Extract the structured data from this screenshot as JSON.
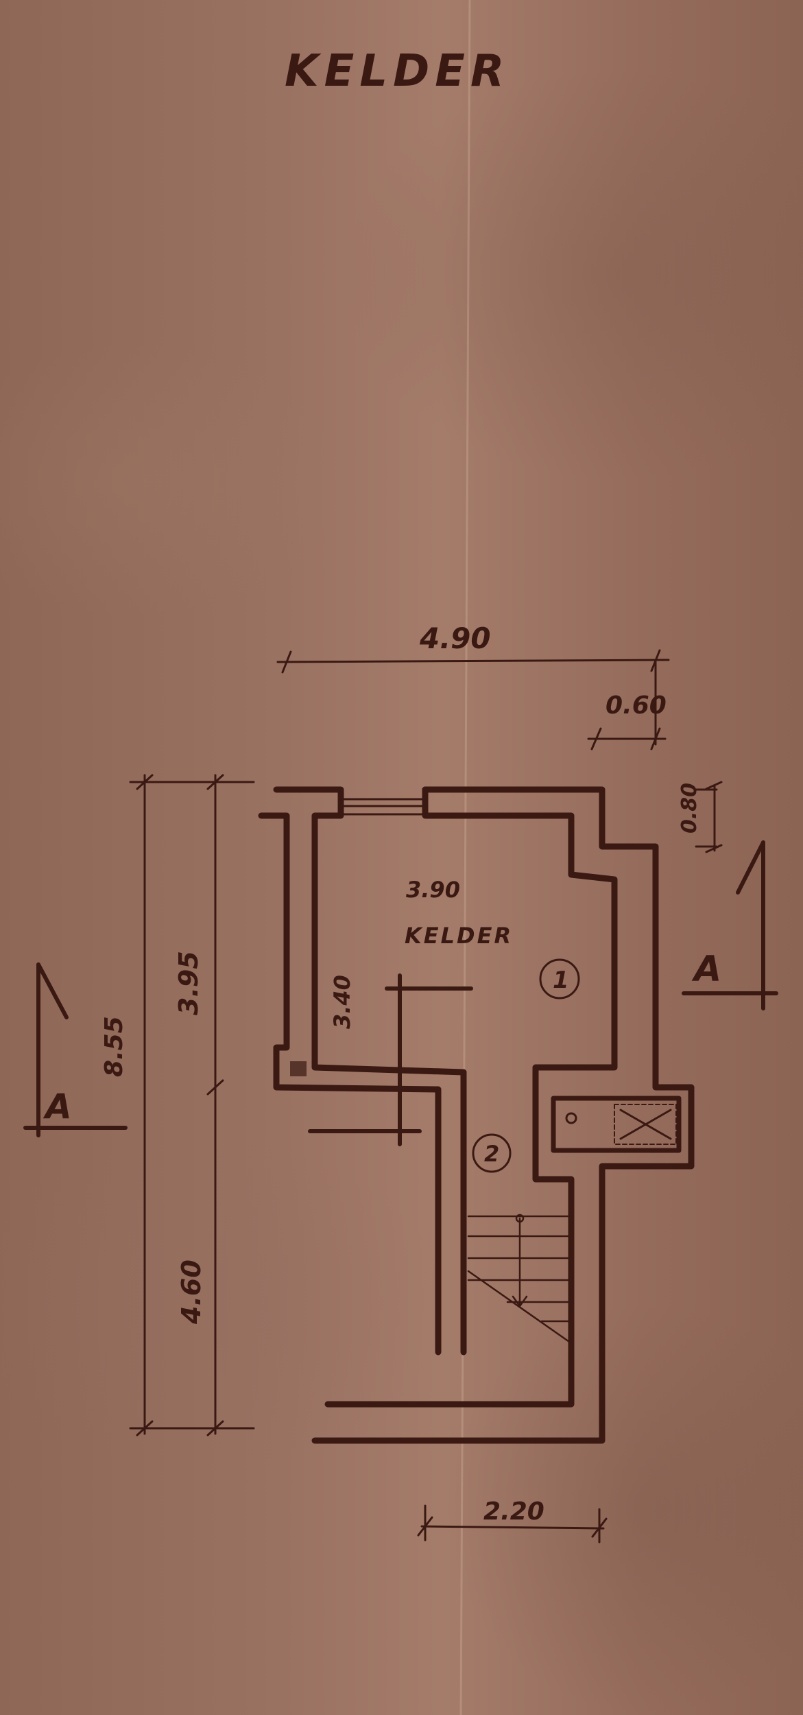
{
  "title": "KELDER",
  "room_label": "KELDER",
  "rooms": [
    {
      "number": "1"
    },
    {
      "number": "2"
    }
  ],
  "dimensions": {
    "total_width": "4.90",
    "offset_width": "0.60",
    "offset_depth": "0.80",
    "room_width": "3.90",
    "room_depth": "3.40",
    "total_length": "8.55",
    "upper_length": "3.95",
    "lower_length": "4.60",
    "stair_width": "2.20"
  },
  "section_marks": {
    "left": "A",
    "right": "A"
  },
  "colors": {
    "paper": "#9a7262",
    "ink": "#3a1913"
  }
}
